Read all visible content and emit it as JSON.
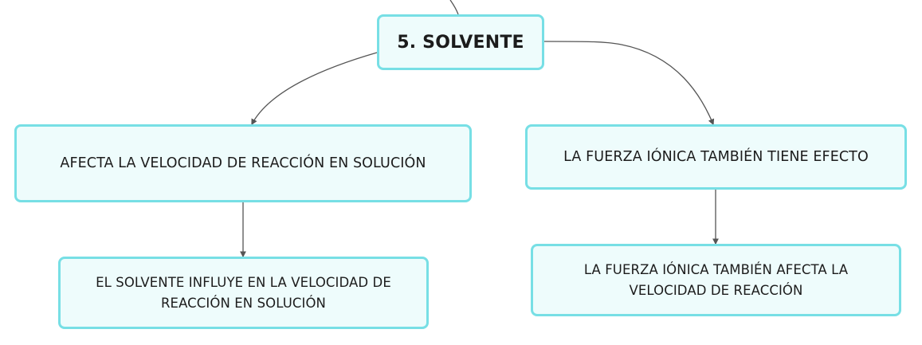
{
  "diagram": {
    "root": {
      "label": "5. SOLVENTE"
    },
    "left_branch": {
      "label": "AFECTA LA VELOCIDAD DE REACCIÓN EN SOLUCIÓN",
      "child": {
        "line1": "EL SOLVENTE INFLUYE EN LA VELOCIDAD DE",
        "line2": "REACCIÓN EN SOLUCIÓN"
      }
    },
    "right_branch": {
      "label": "LA FUERZA IÓNICA TAMBIÉN TIENE EFECTO",
      "child": {
        "line1": "LA FUERZA IÓNICA TAMBIÉN AFECTA LA",
        "line2": "VELOCIDAD DE REACCIÓN"
      }
    },
    "colors": {
      "node_border": "#77dfe5",
      "node_fill": "#eefcfc",
      "connector": "#555555",
      "text": "#1c1c1c"
    }
  }
}
